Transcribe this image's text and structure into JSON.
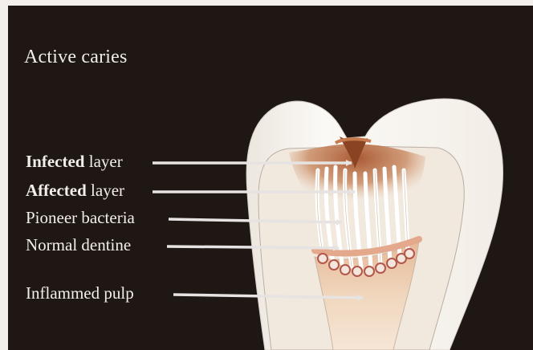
{
  "title": "Active caries",
  "labels": {
    "infected": {
      "bold": "Infected",
      "rest": " layer"
    },
    "affected": {
      "bold": "Affected",
      "rest": " layer"
    },
    "pioneer": {
      "bold": "",
      "rest": "Pioneer bacteria"
    },
    "normal": {
      "bold": "",
      "rest": "Normal dentine"
    },
    "pulp": {
      "bold": "",
      "rest": "Inflammed pulp"
    }
  },
  "colors": {
    "background": "#1f1714",
    "enamel": "#f6f3ee",
    "dentine": "#efe6dc",
    "infected": "#b5643a",
    "affected": "#d9a07c",
    "pulp": "#e8c8aa",
    "odontoblast": "#c9786a",
    "arrow": "#e6e3e2"
  }
}
